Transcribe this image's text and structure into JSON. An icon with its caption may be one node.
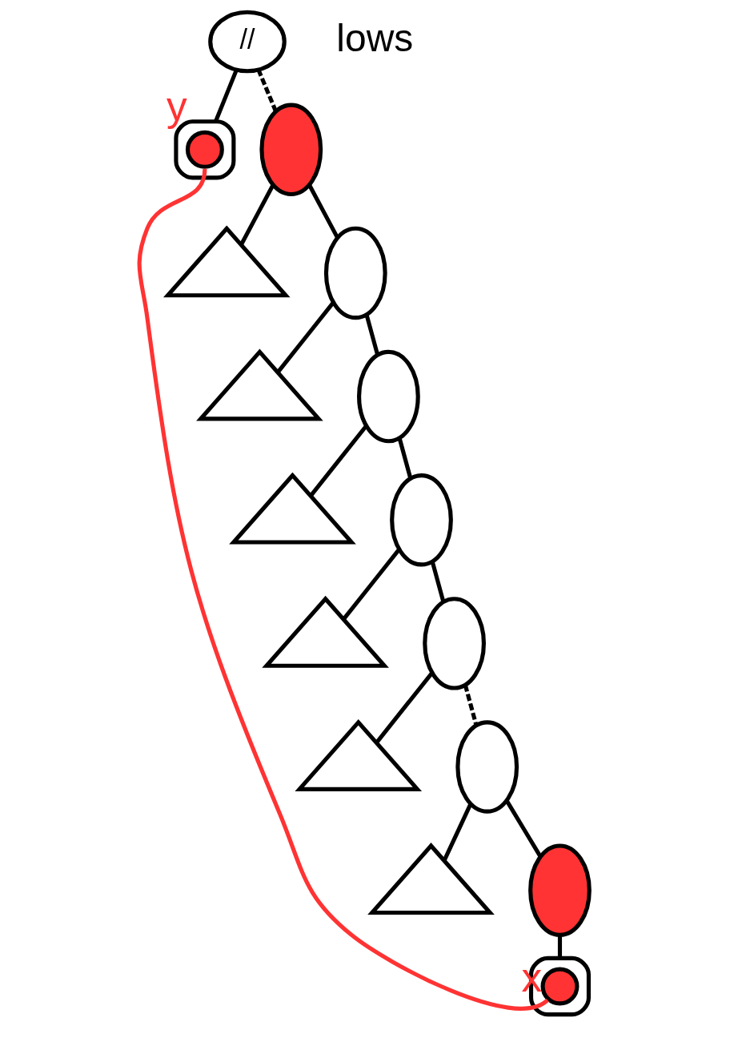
{
  "diagram": {
    "nodes": [
      {
        "text": [
          "//"
        ]
      },
      {
        "text": [],
        "shape": "triangle"
      },
      {
        "text": [],
        "shape": "circle",
        "in": 1,
        "beside": [
          "y"
        ]
      },
      {
        "text": [],
        "shape": "ellipse"
      },
      {
        "text": [],
        "shape": "triangle"
      },
      {
        "text": [],
        "shape": "ellipse"
      },
      {
        "text": [],
        "shape": "triangle"
      },
      {
        "text": [],
        "shape": "ellipse"
      },
      {
        "text": [],
        "shape": "triangle"
      },
      {
        "text": [],
        "shape": "ellipse"
      },
      {
        "text": [],
        "shape": "triangle"
      },
      {
        "text": [],
        "shape": "ellipse"
      },
      {
        "text": [],
        "shape": "triangle"
      },
      {
        "text": [],
        "shape": "ellipse"
      },
      {
        "text": [],
        "shape": "triangle"
      },
      {
        "text": [],
        "shape": "ellipse"
      },
      {
        "text": [],
        "shape": "triangle"
      },
      {
        "text": [],
        "shape": "circle",
        "in": 16,
        "beside": [
          "x"
        ]
      }
    ],
    "edges": [
      {
        "from": 0,
        "to": 1,
        "arrow": "none"
      },
      {
        "from": 0,
        "to": 3,
        "arrow": "none",
        "style": "dashed"
      },
      {
        "from": 3,
        "to": 4,
        "arrow": "none"
      },
      {
        "from": 3,
        "to": 5,
        "arrow": "none"
      },
      {
        "from": 5,
        "to": 6,
        "arrow": "none"
      },
      {
        "from": 5,
        "to": 7,
        "arrow": "none"
      },
      {
        "from": 7,
        "to": 8,
        "arrow": "none"
      },
      {
        "from": 7,
        "to": 9,
        "arrow": "none"
      },
      {
        "from": 9,
        "to": 10,
        "arrow": "none"
      },
      {
        "from": 9,
        "to": 11,
        "arrow": "none"
      },
      {
        "from": 11,
        "to": 12,
        "arrow": "none"
      },
      {
        "from": 11,
        "to": 13,
        "arrow": "none",
        "style": "dashed"
      },
      {
        "from": 13,
        "to": 14,
        "arrow": "none"
      },
      {
        "from": 13,
        "to": 15,
        "arrow": "none"
      },
      {
        "from": 15,
        "to": 16,
        "arrow": "none"
      },
      {
        "from": 17,
        "to": 2,
        "arrow": "none",
        "color": "#ff3333"
      }
    ],
    "labels": [
      "lows"
    ]
  }
}
